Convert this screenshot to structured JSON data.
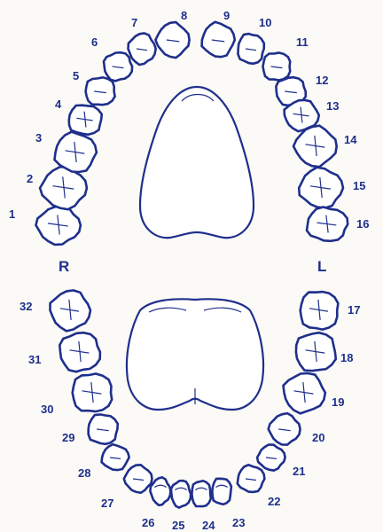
{
  "side_labels": {
    "right": "R",
    "left": "L"
  },
  "colors": {
    "ink": "#1f2f8c",
    "paper": "#fbfaf6"
  },
  "teeth": [
    {
      "number": "1"
    },
    {
      "number": "2"
    },
    {
      "number": "3"
    },
    {
      "number": "4"
    },
    {
      "number": "5"
    },
    {
      "number": "6"
    },
    {
      "number": "7"
    },
    {
      "number": "8"
    },
    {
      "number": "9"
    },
    {
      "number": "10"
    },
    {
      "number": "11"
    },
    {
      "number": "12"
    },
    {
      "number": "13"
    },
    {
      "number": "14"
    },
    {
      "number": "15"
    },
    {
      "number": "16"
    },
    {
      "number": "17"
    },
    {
      "number": "18"
    },
    {
      "number": "19"
    },
    {
      "number": "20"
    },
    {
      "number": "21"
    },
    {
      "number": "22"
    },
    {
      "number": "23"
    },
    {
      "number": "24"
    },
    {
      "number": "25"
    },
    {
      "number": "26"
    },
    {
      "number": "27"
    },
    {
      "number": "28"
    },
    {
      "number": "29"
    },
    {
      "number": "30"
    },
    {
      "number": "31"
    },
    {
      "number": "32"
    }
  ]
}
